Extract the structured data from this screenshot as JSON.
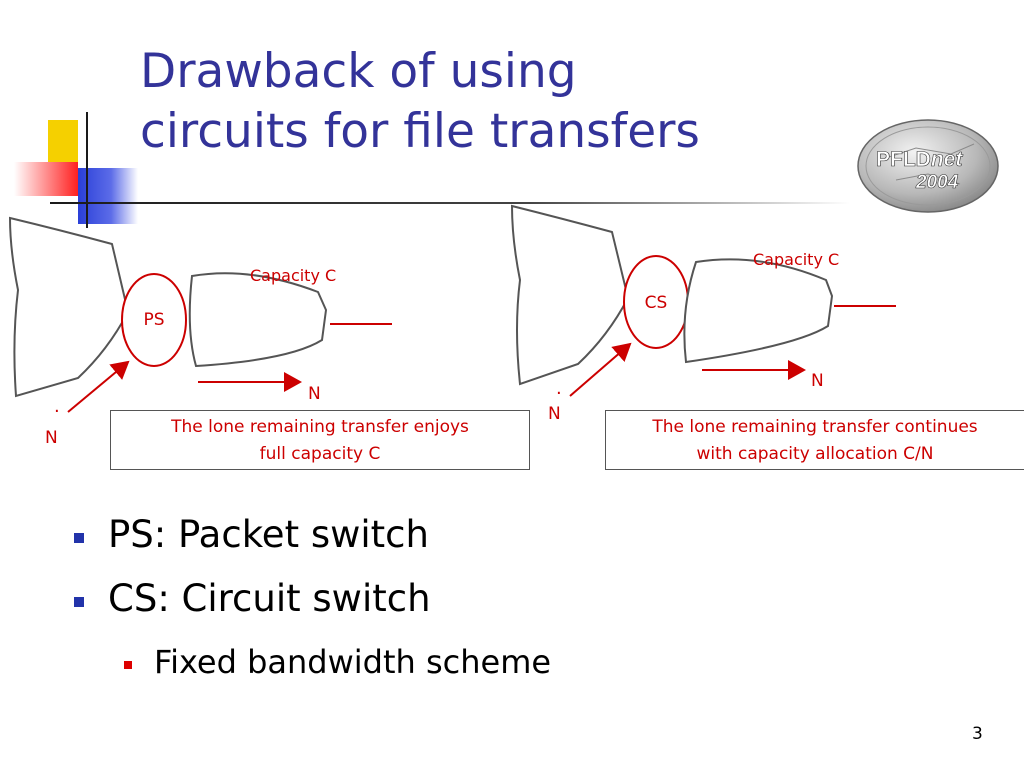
{
  "title": {
    "line1": "Drawback of using",
    "line2": "circuits for file transfers"
  },
  "logo": {
    "prefix": "PFLD",
    "suffix": "net",
    "year": "2004"
  },
  "diagram_left": {
    "capacity_label": "Capacity C",
    "switch_label": "PS",
    "n_label": "N",
    "dot_label": ".",
    "in_n_label": "N",
    "caption_line1": "The lone remaining transfer enjoys",
    "caption_line2": "full capacity C"
  },
  "diagram_right": {
    "capacity_label": "Capacity C",
    "switch_label": "CS",
    "n_label": "N",
    "dot_label": ".",
    "in_n_label": "N",
    "caption_line1": "The lone remaining transfer continues",
    "caption_line2": "with capacity allocation C/N"
  },
  "bullets": [
    {
      "text": "PS: Packet switch"
    },
    {
      "text": "CS: Circuit switch"
    }
  ],
  "sub_bullets": [
    {
      "text": "Fixed bandwidth scheme"
    }
  ],
  "page_number": "3",
  "colors": {
    "title": "#333399",
    "accent_red": "#cc0000",
    "bullet_blue": "#2233aa",
    "deco_yellow": "#f5d000"
  }
}
